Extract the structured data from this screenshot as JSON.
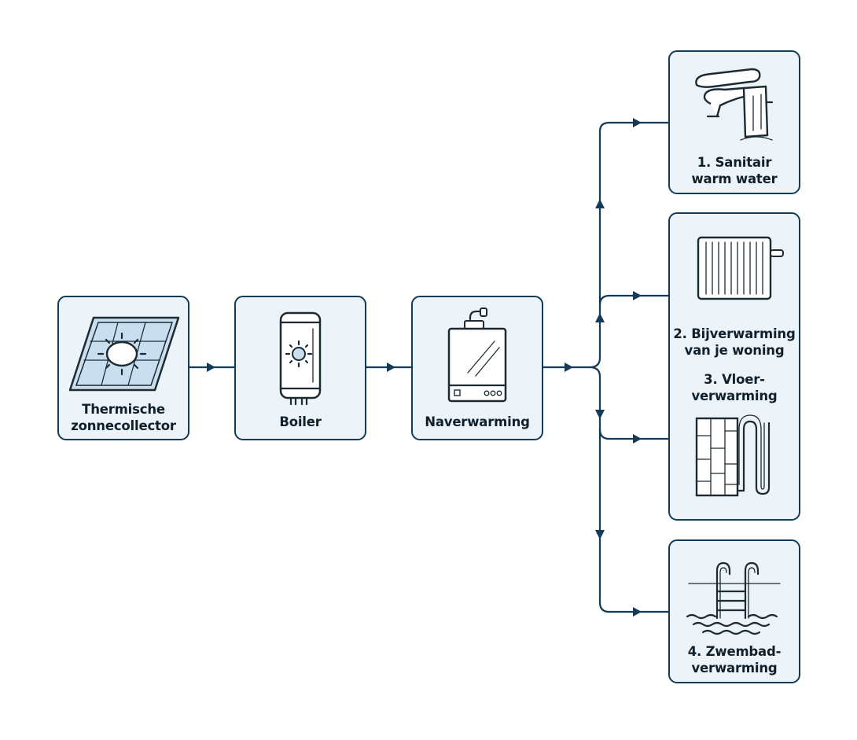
{
  "nodes": {
    "collector": {
      "line1": "Thermische",
      "line2": "zonnecollector",
      "icon": "solar-collector-icon"
    },
    "boiler": {
      "line1": "Boiler",
      "icon": "boiler-icon"
    },
    "naverwarming": {
      "line1": "Naverwarming",
      "icon": "gas-heater-icon"
    },
    "sanitair": {
      "line1": "1. Sanitair",
      "line2": "warm water",
      "icon": "faucet-icon"
    },
    "bijverwarming": {
      "line1": "2. Bijverwarming",
      "line2": "van je woning",
      "icon": "radiator-icon"
    },
    "vloer": {
      "line1": "3. Vloer-",
      "line2": "verwarming",
      "icon": "floor-heating-icon"
    },
    "zwembad": {
      "line1": "4. Zwembad-",
      "line2": "verwarming",
      "icon": "pool-ladder-icon"
    }
  },
  "colors": {
    "box_fill": "#edf4f9",
    "box_border": "#133b57",
    "line": "#133b57",
    "panel_fill": "#c9dff0"
  }
}
